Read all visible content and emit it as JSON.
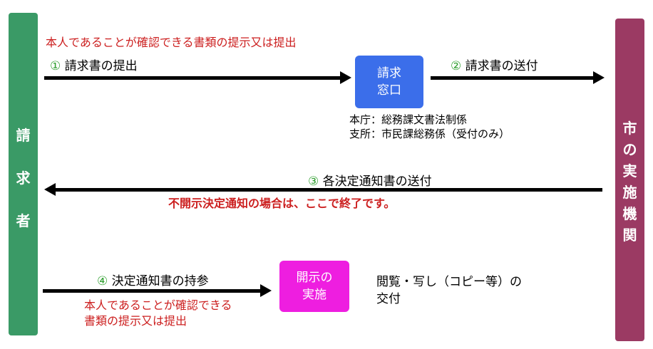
{
  "left_bar": {
    "chars": [
      "請",
      "求",
      "者"
    ]
  },
  "right_bar": {
    "chars": [
      "市",
      "の",
      "実",
      "施",
      "機",
      "関"
    ]
  },
  "top_note": "本人であることが確認できる書類の提示又は提出",
  "step1": {
    "num": "①",
    "label": "請求書の提出"
  },
  "window_box": {
    "line1": "請求",
    "line2": "窓口"
  },
  "step2": {
    "num": "②",
    "label": "請求書の送付"
  },
  "office_note": {
    "line1": "本庁：総務課文書法制係",
    "line2": "支所：市民課総務係（受付のみ）"
  },
  "step3": {
    "num": "③",
    "label": "各決定通知書の送付"
  },
  "non_disclosure_note": "不開示決定通知の場合は、ここで終了です。",
  "step4": {
    "num": "④",
    "label": "決定通知書の持参"
  },
  "bottom_note": {
    "line1": "本人であることが確認できる",
    "line2": "書類の提示又は提出"
  },
  "disclosure_box": {
    "line1": "開示の",
    "line2": "実施"
  },
  "result_note": {
    "line1": "閲覧・写し（コピー等）の",
    "line2": "交付"
  },
  "colors": {
    "requester": "#3a9a66",
    "agency": "#9b3a63",
    "window": "#3b6eea",
    "disclosure": "#ee1ee0",
    "step_number": "#2e9e2e",
    "note_red": "#cc1f1f"
  }
}
